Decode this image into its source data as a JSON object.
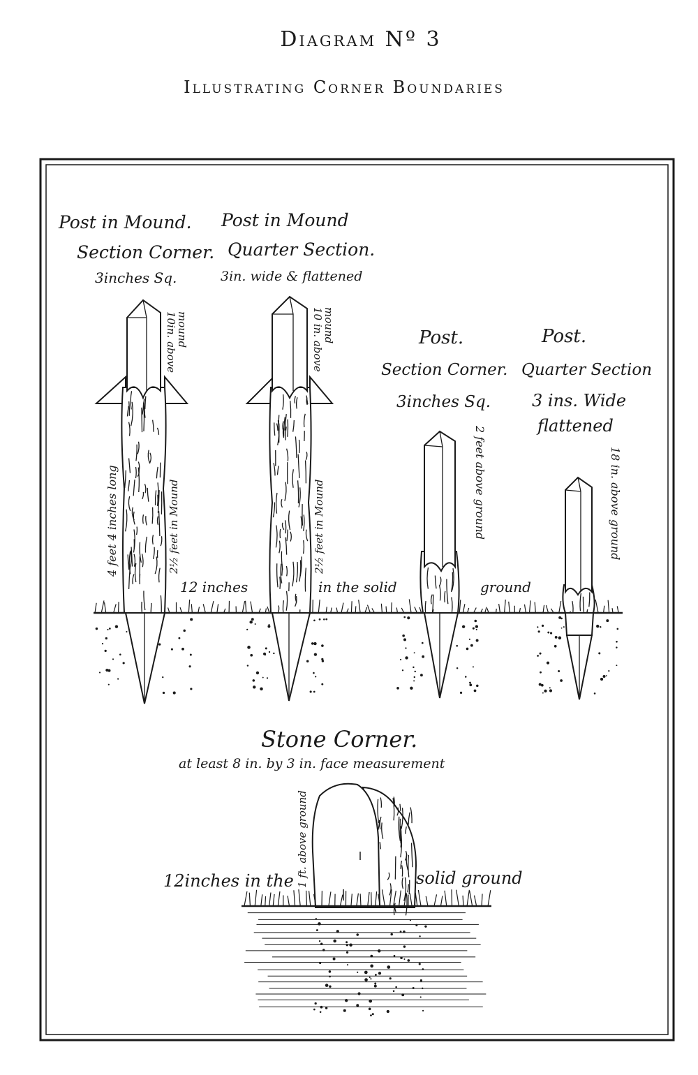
{
  "header": {
    "title": "Diagram Nº 3",
    "subtitle": "Illustrating Corner Boundaries"
  },
  "posts": [
    {
      "heading": "Post in Mound.",
      "type": "Section Corner.",
      "size": "3inches Sq.",
      "above_note_line1": "10in. above",
      "above_note_line2": "mound",
      "length_note": "4 feet 4 inches long",
      "in_mound_note": "2½ feet in Mound"
    },
    {
      "heading": "Post in Mound",
      "type": "Quarter Section.",
      "size": "3in. wide & flattened",
      "above_note_line1": "10 in. above",
      "above_note_line2": "mound",
      "in_mound_note": "2½ feet in Mound"
    },
    {
      "heading": "Post.",
      "type": "Section Corner.",
      "size": "3inches Sq.",
      "above_note": "2 feet above ground"
    },
    {
      "heading": "Post.",
      "type": "Quarter Section",
      "size_line1": "3 ins. Wide",
      "size_line2": "flattened",
      "above_note": "18 in. above ground"
    }
  ],
  "ground_labels": [
    "12 inches",
    "in the solid",
    "ground"
  ],
  "stone": {
    "title": "Stone Corner.",
    "subtitle": "at least  8 in. by 3 in. face measurement",
    "left_label": "12inches in the",
    "right_label": "solid ground",
    "above_note": "1 ft. above ground"
  }
}
